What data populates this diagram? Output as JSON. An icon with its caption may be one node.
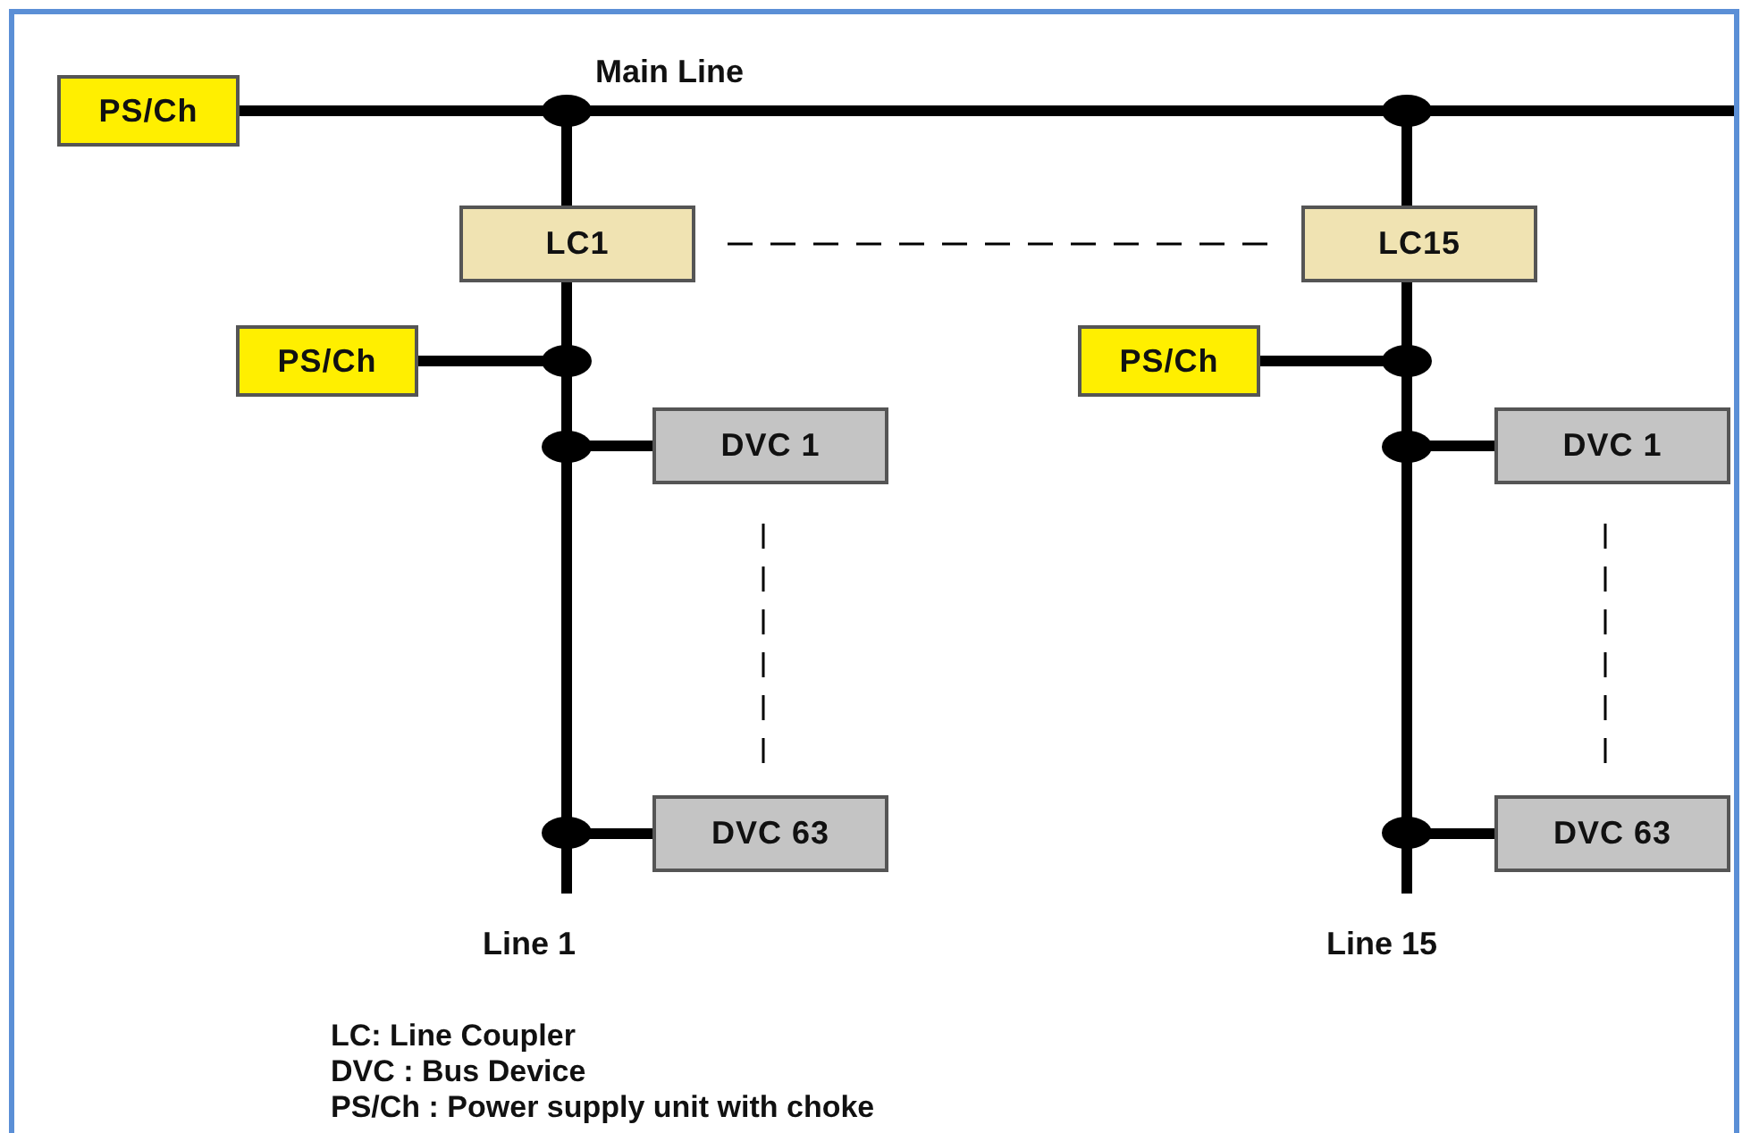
{
  "diagram": {
    "nodes": [
      {
        "text": [
          "PS/Ch"
        ]
      },
      {
        "text": [
          "LC1"
        ]
      },
      {
        "text": [
          "LC15"
        ]
      },
      {
        "text": [
          "PS/Ch"
        ]
      },
      {
        "text": [
          "DVC 1"
        ]
      },
      {
        "text": [
          "DVC 63"
        ]
      },
      {
        "text": [
          "PS/Ch"
        ]
      },
      {
        "text": [
          "DVC 1"
        ]
      },
      {
        "text": [
          "DVC 63"
        ]
      }
    ],
    "edges": [
      {
        "from": 0,
        "to": 1,
        "arrow": "none"
      },
      {
        "from": 0,
        "to": 2,
        "arrow": "none"
      },
      {
        "from": 1,
        "to": 2,
        "arrow": "none",
        "style": "dashed"
      },
      {
        "from": 1,
        "to": 3,
        "arrow": "none"
      },
      {
        "from": 1,
        "to": 4,
        "arrow": "none"
      },
      {
        "from": 1,
        "to": 5,
        "arrow": "none"
      },
      {
        "from": 4,
        "to": 5,
        "arrow": "none",
        "style": "dashed"
      },
      {
        "from": 2,
        "to": 6,
        "arrow": "none"
      },
      {
        "from": 2,
        "to": 7,
        "arrow": "none"
      },
      {
        "from": 2,
        "to": 8,
        "arrow": "none"
      },
      {
        "from": 7,
        "to": 8,
        "arrow": "none",
        "style": "dashed"
      }
    ],
    "labels": [
      "Main Line",
      "Line 1",
      "Line 15",
      "LC: Line Coupler",
      "DVC : Bus Device",
      "PS/Ch : Power supply unit with choke"
    ]
  }
}
